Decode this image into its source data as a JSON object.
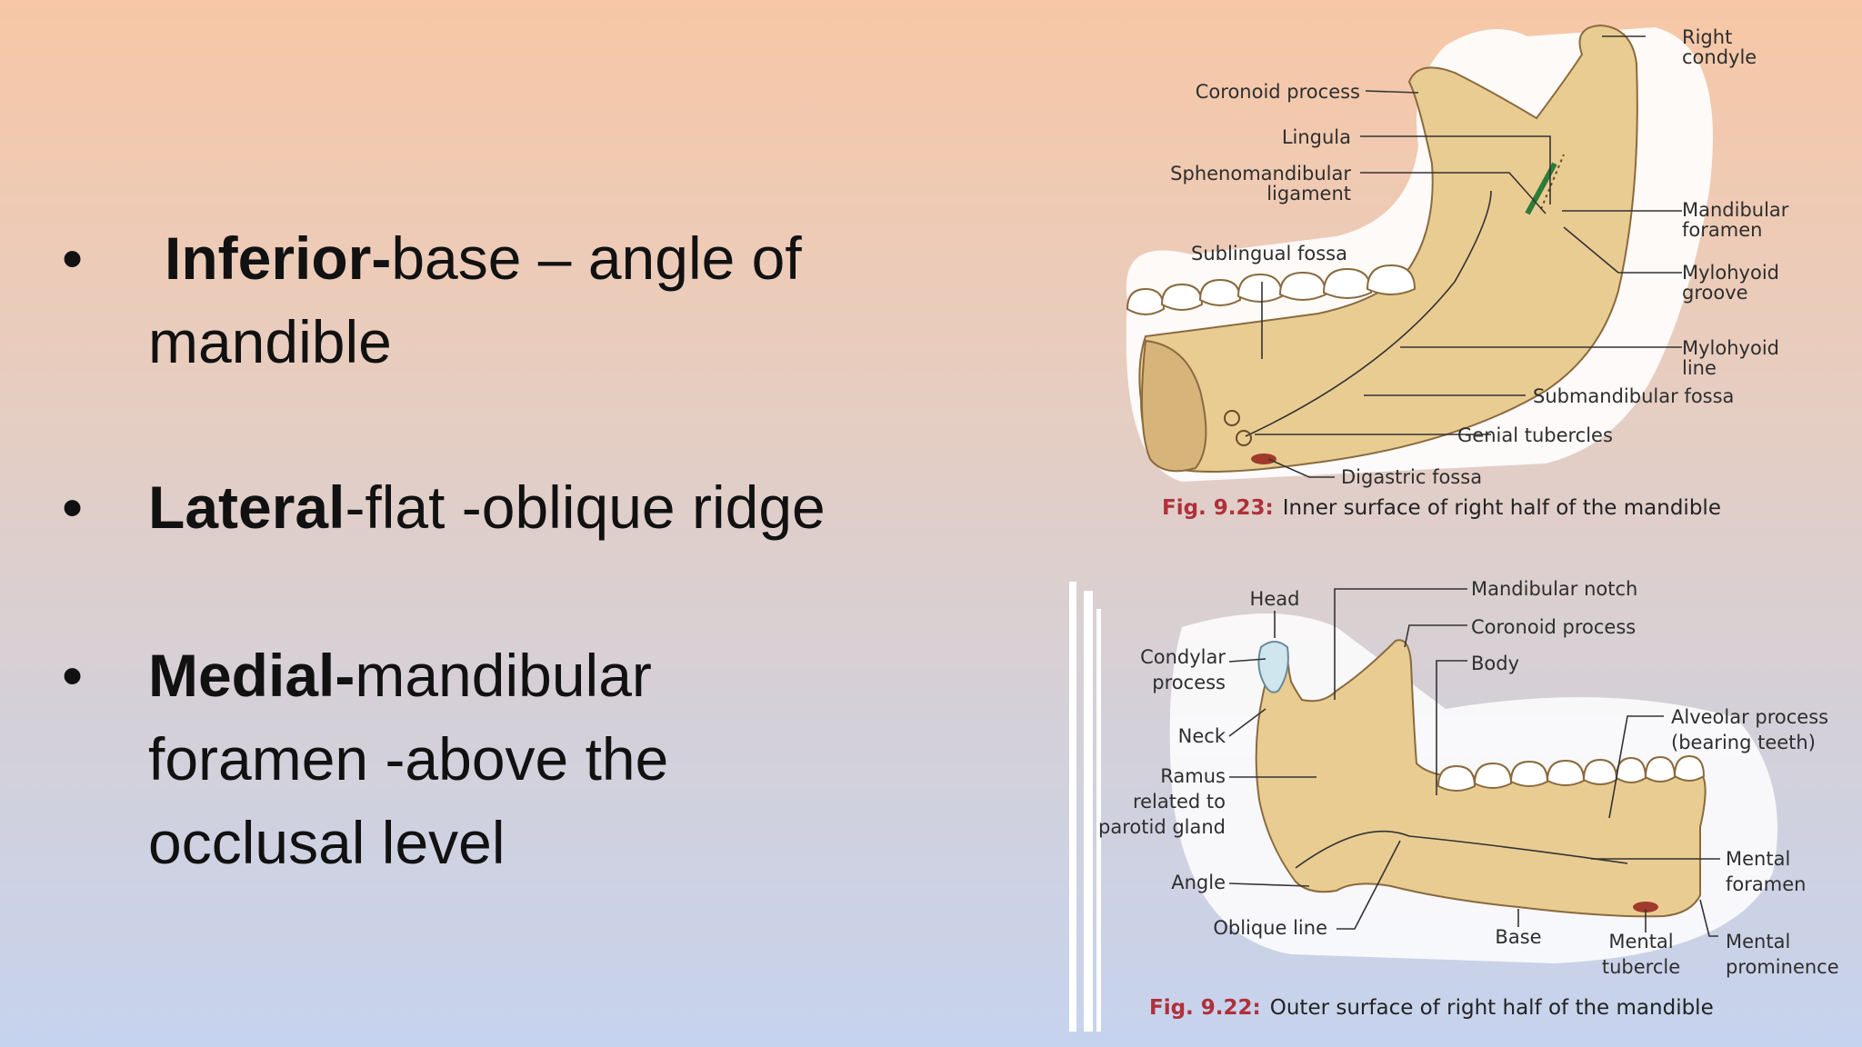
{
  "bullets": [
    {
      "symbol": "•",
      "bold": "Inferior-",
      "rest": "base – angle of mandible"
    },
    {
      "symbol": "•",
      "bold": "Lateral",
      "rest": "-flat -oblique ridge"
    },
    {
      "symbol": "•",
      "bold": "Medial-",
      "rest": "mandibular foramen -above the occlusal level"
    }
  ],
  "fig_inner": {
    "caption_num": "Fig. 9.23:",
    "caption_text": "Inner surface of right half of the mandible",
    "labels": {
      "coronoid": "Coronoid process",
      "lingula": "Lingula",
      "spheno1": "Sphenomandibular",
      "spheno2": "ligament",
      "sublingual": "Sublingual fossa",
      "right1": "Right",
      "right2": "condyle",
      "mandfor1": "Mandibular",
      "mandfor2": "foramen",
      "mylgroove1": "Mylohyoid",
      "mylgroove2": "groove",
      "mylline1": "Mylohyoid",
      "mylline2": "line",
      "submand": "Submandibular fossa",
      "genial": "Genial tubercles",
      "digastric": "Digastric fossa"
    }
  },
  "fig_outer": {
    "caption_num": "Fig. 9.22:",
    "caption_text": "Outer surface of right half of the mandible",
    "labels": {
      "head": "Head",
      "notch": "Mandibular notch",
      "coronoid": "Coronoid process",
      "body": "Body",
      "condylar1": "Condylar",
      "condylar2": "process",
      "neck": "Neck",
      "ramus1": "Ramus",
      "ramus2": "related to",
      "ramus3": "parotid gland",
      "alveolar1": "Alveolar process",
      "alveolar2": "(bearing teeth)",
      "mentalfor1": "Mental",
      "mentalfor2": "foramen",
      "angle": "Angle",
      "oblique": "Oblique line",
      "base": "Base",
      "tubercle1": "Mental",
      "tubercle2": "tubercle",
      "prominence1": "Mental",
      "prominence2": "prominence"
    }
  }
}
